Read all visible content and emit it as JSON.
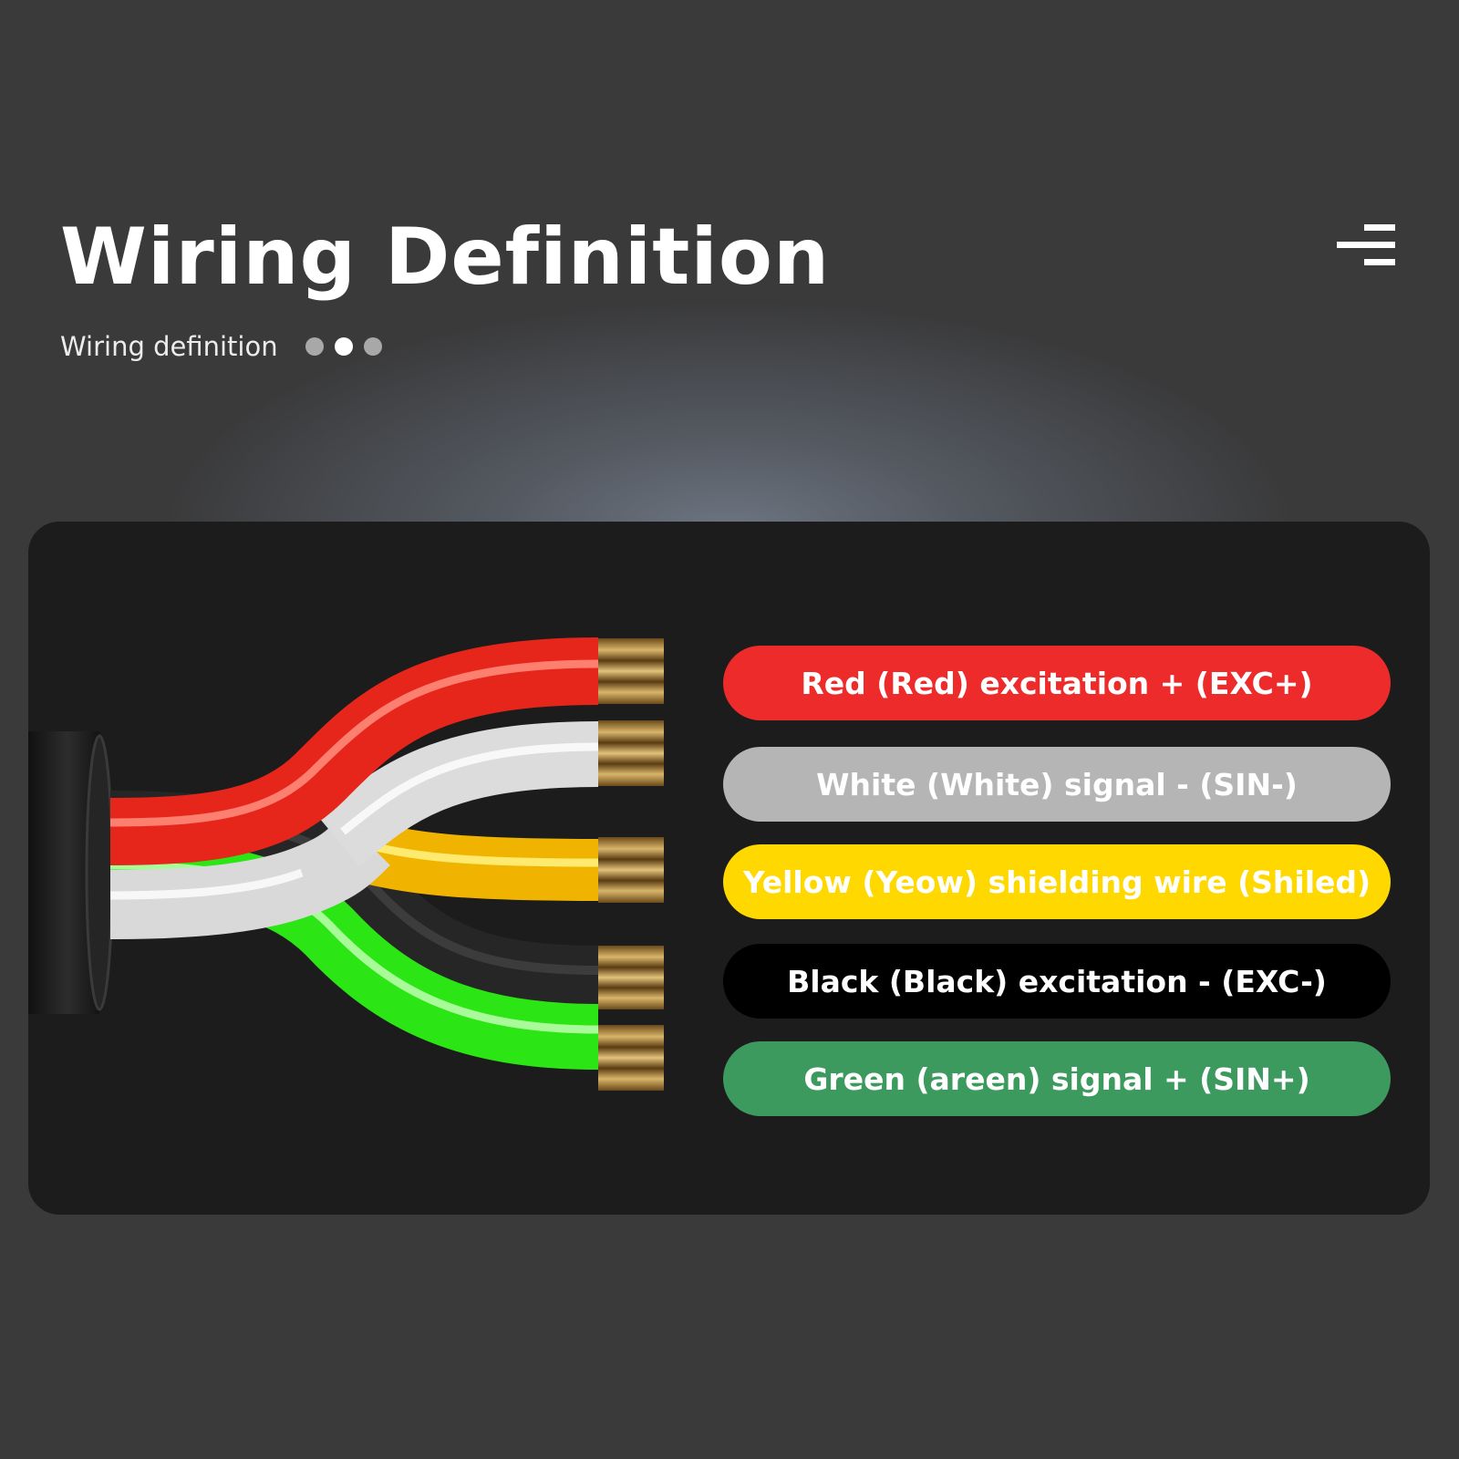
{
  "header": {
    "title": "Wiring Definition",
    "subtitle": "Wiring definition",
    "dots": {
      "count": 3,
      "active_index": 1
    },
    "menu_icon": "menu-lines-icon"
  },
  "wires": [
    {
      "color_name": "red",
      "label": "Red (Red) excitation + (EXC+)",
      "pill_color": "#ee2b2b",
      "text_color": "#ffffff"
    },
    {
      "color_name": "white",
      "label": "White (White) signal - (SIN-)",
      "pill_color": "#b5b5b5",
      "text_color": "#ffffff"
    },
    {
      "color_name": "yellow",
      "label": "Yellow (Yeow) shielding wire (Shiled)",
      "pill_color": "#ffd800",
      "text_color": "#ffffff"
    },
    {
      "color_name": "black",
      "label": "Black (Black) excitation - (EXC-)",
      "pill_color": "#000000",
      "text_color": "#ffffff"
    },
    {
      "color_name": "green",
      "label": "Green (areen) signal + (SIN+)",
      "pill_color": "#3d9a5f",
      "text_color": "#ffffff"
    }
  ],
  "colors": {
    "background": "#3a3a3b",
    "panel": "#1c1c1c",
    "wire_red": "#e8281c",
    "wire_white": "#dcdcdc",
    "wire_yellow": "#f2b500",
    "wire_black": "#2a2a2a",
    "wire_green": "#2ee616",
    "copper": "#b68a3e"
  }
}
